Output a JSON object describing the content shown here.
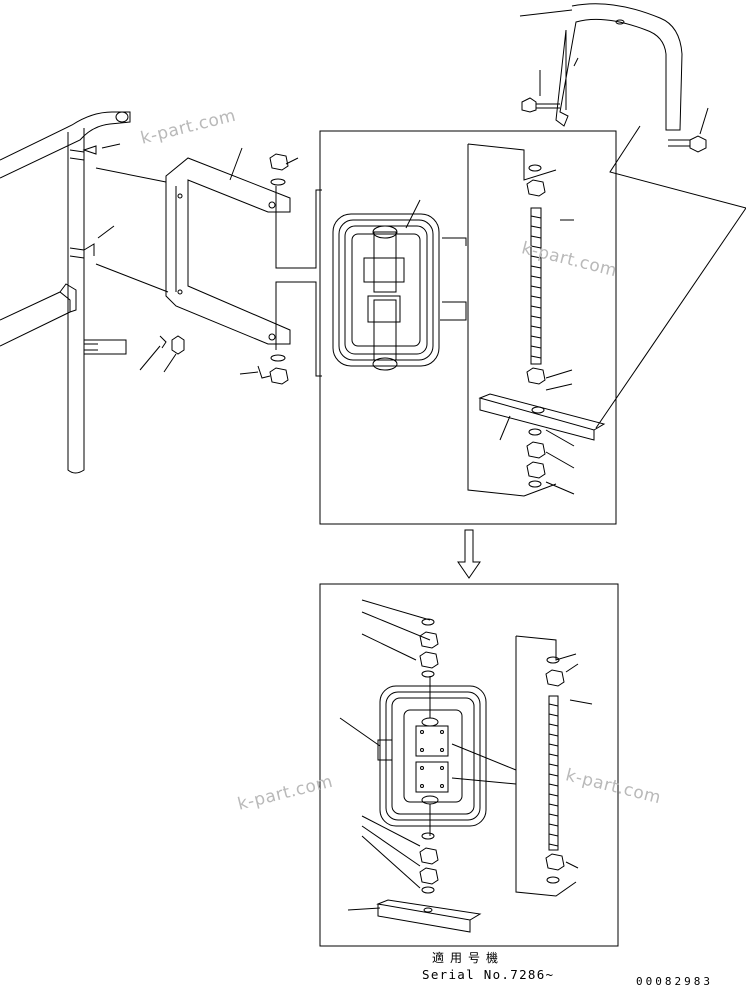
{
  "watermark_text": "k-part.com",
  "caption": {
    "applicable_label": "適用号機",
    "serial_label": "Serial No.7286~"
  },
  "document_number": "00082983",
  "colors": {
    "line": "#000000",
    "watermark": "#b9b9b9",
    "background": "#ffffff"
  },
  "arrow_icon": "down-arrow-icon"
}
